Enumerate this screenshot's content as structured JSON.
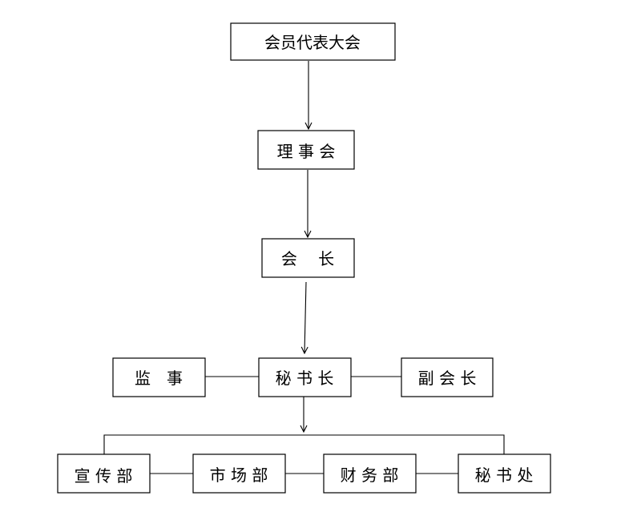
{
  "nodes": {
    "assembly": "会员代表大会",
    "council": "理 事 会",
    "president": "会　 长",
    "secretary_general": "秘 书 长",
    "supervisor": "监　事",
    "vice_president": "副 会 长",
    "publicity_dept": "宣 传 部",
    "market_dept": "市 场 部",
    "finance_dept": "财 务 部",
    "secretariat": "秘 书 处"
  }
}
